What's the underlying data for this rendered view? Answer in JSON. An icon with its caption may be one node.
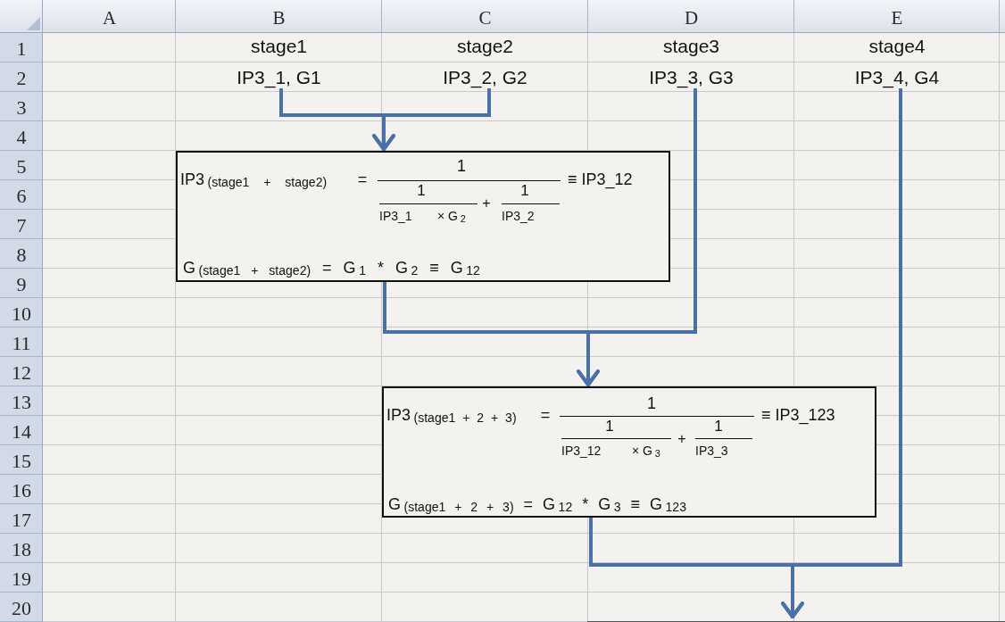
{
  "diagram": {
    "nodes": [
      {
        "text": [
          "stage1",
          "IP3_1, G1"
        ]
      },
      {
        "text": [
          "stage2",
          "IP3_2, G2"
        ]
      },
      {
        "text": [
          "stage3",
          "IP3_3, G3"
        ]
      },
      {
        "text": [
          "stage4",
          "IP3_4, G4"
        ]
      },
      {
        "text": [
          "IP3$_{(stage1 + stage2)}$",
          "=",
          "1",
          "1",
          "IP3_1",
          "× G$_{2}$",
          "+",
          "1",
          "IP3_2",
          "≡ IP3_12",
          "G$_{(stage1 + stage2)}$ = G$_{1}$ * G$_{2}$ ≡ G$_{12}$"
        ]
      },
      {
        "text": [
          "IP3$_{(stage1 + 2 + 3)}$",
          "=",
          "1",
          "1",
          "IP3_12",
          "× G$_{3}$",
          "+",
          "1",
          "IP3_3",
          "≡ IP3_123",
          "G$_{(stage1 + 2 + 3)}$ = G$_{12}$ * G$_{3}$ ≡ G$_{123}$"
        ]
      }
    ],
    "edges": [
      {
        "from": 0,
        "to": 4,
        "arrow": "to"
      },
      {
        "from": 1,
        "to": 4,
        "arrow": "to"
      },
      {
        "from": 4,
        "to": 5,
        "arrow": "to"
      },
      {
        "from": 2,
        "to": 5,
        "arrow": "to"
      },
      {
        "from": 5,
        "to": null,
        "arrow": "to"
      },
      {
        "from": 3,
        "to": null,
        "arrow": "to"
      }
    ],
    "labels": [
      "A",
      "B",
      "C",
      "D",
      "E",
      "1",
      "2",
      "3",
      "4",
      "5",
      "6",
      "7",
      "8",
      "9",
      "10",
      "11",
      "12",
      "13",
      "14",
      "15",
      "16",
      "17",
      "18",
      "19",
      "20"
    ]
  }
}
